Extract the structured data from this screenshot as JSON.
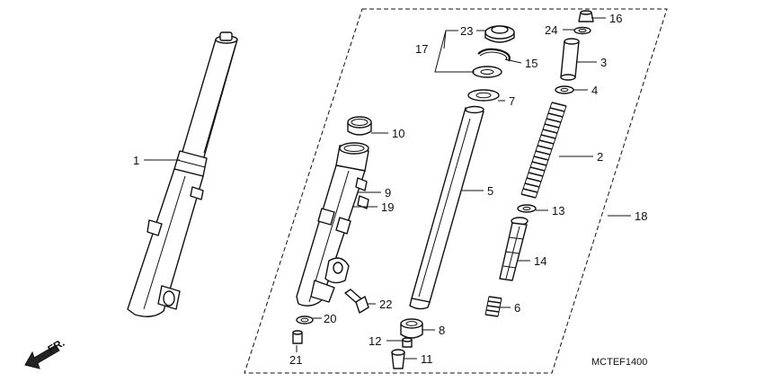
{
  "diagram_code": "MCTEF1400",
  "direction_label": "FR.",
  "parts": [
    {
      "id": "p1",
      "label": "1"
    },
    {
      "id": "p2",
      "label": "2"
    },
    {
      "id": "p3",
      "label": "3"
    },
    {
      "id": "p4",
      "label": "4"
    },
    {
      "id": "p5",
      "label": "5"
    },
    {
      "id": "p6",
      "label": "6"
    },
    {
      "id": "p7",
      "label": "7"
    },
    {
      "id": "p8",
      "label": "8"
    },
    {
      "id": "p9",
      "label": "9"
    },
    {
      "id": "p10",
      "label": "10"
    },
    {
      "id": "p11",
      "label": "11"
    },
    {
      "id": "p12",
      "label": "12"
    },
    {
      "id": "p13",
      "label": "13"
    },
    {
      "id": "p14",
      "label": "14"
    },
    {
      "id": "p15",
      "label": "15"
    },
    {
      "id": "p16",
      "label": "16"
    },
    {
      "id": "p17",
      "label": "17"
    },
    {
      "id": "p18",
      "label": "18"
    },
    {
      "id": "p19",
      "label": "19"
    },
    {
      "id": "p20",
      "label": "20"
    },
    {
      "id": "p21",
      "label": "21"
    },
    {
      "id": "p22",
      "label": "22"
    },
    {
      "id": "p23",
      "label": "23"
    },
    {
      "id": "p24",
      "label": "24"
    }
  ]
}
